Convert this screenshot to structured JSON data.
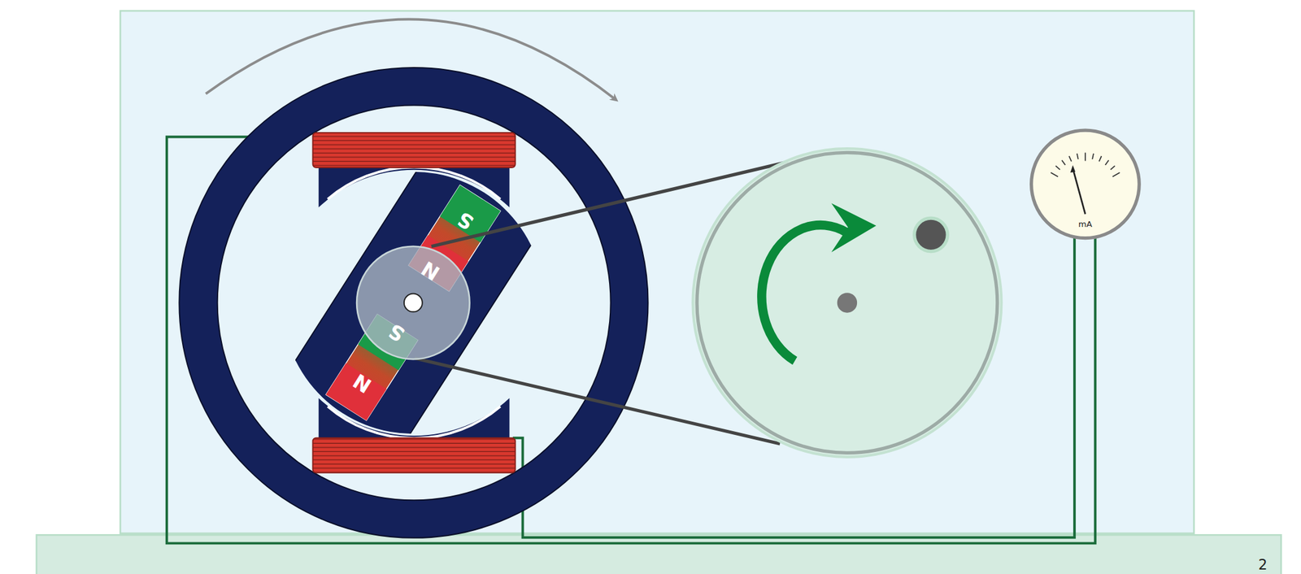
{
  "diagram": {
    "labels": [
      "S",
      "N",
      "S",
      "N",
      "mA",
      "2"
    ]
  }
}
